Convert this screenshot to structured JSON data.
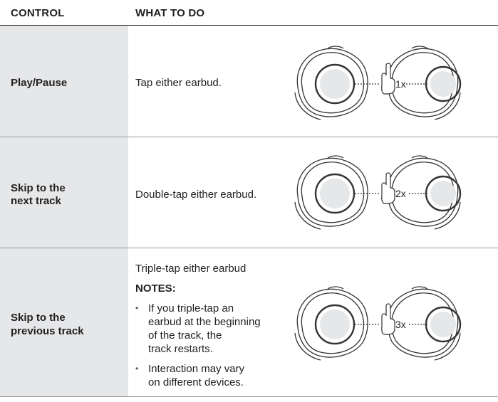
{
  "header": {
    "control": "CONTROL",
    "what_to_do": "WHAT TO DO"
  },
  "rows": [
    {
      "control": "Play/Pause",
      "action": "Tap either earbud.",
      "tap_count": "1x"
    },
    {
      "control_line1": "Skip to the",
      "control_line2": "next track",
      "action": "Double-tap either earbud.",
      "tap_count": "2x"
    },
    {
      "control_line1": "Skip to the",
      "control_line2": "previous track",
      "action": "Triple-tap either earbud",
      "notes_title": "NOTES:",
      "notes": [
        [
          "If you triple-tap an",
          "earbud at the beginning",
          "of the track, the",
          "track restarts."
        ],
        [
          "Interaction may vary",
          "on different devices."
        ]
      ],
      "tap_count": "3x"
    }
  ],
  "bullet_char": "•"
}
